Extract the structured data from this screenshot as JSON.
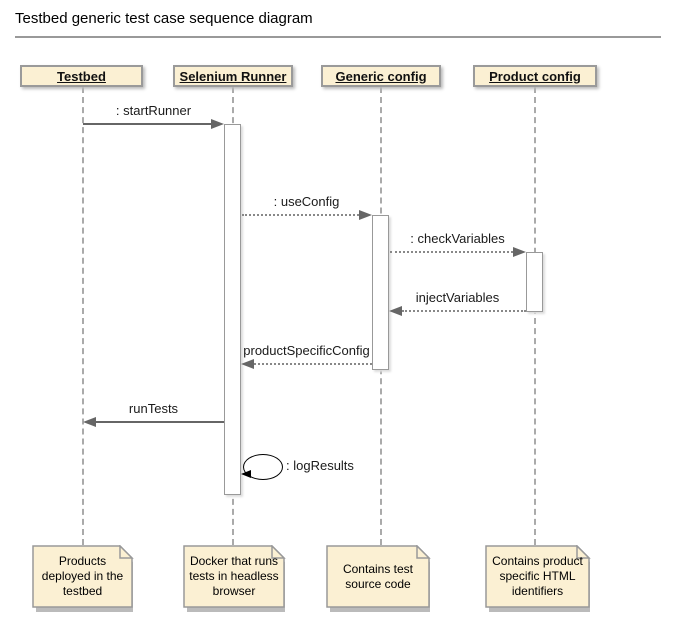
{
  "title": "Testbed generic test case sequence diagram",
  "participants": [
    {
      "label": "Testbed"
    },
    {
      "label": "Selenium Runner"
    },
    {
      "label": "Generic config"
    },
    {
      "label": "Product config"
    }
  ],
  "messages": [
    {
      "label": ": startRunner",
      "type": "solid",
      "from": "Testbed",
      "to": "Selenium Runner"
    },
    {
      "label": ": useConfig",
      "type": "dotted",
      "from": "Selenium Runner",
      "to": "Generic config"
    },
    {
      "label": ": checkVariables",
      "type": "dotted",
      "from": "Generic config",
      "to": "Product config"
    },
    {
      "label": "injectVariables",
      "type": "dotted",
      "from": "Product config",
      "to": "Generic config"
    },
    {
      "label": "productSpecificConfig",
      "type": "dotted",
      "from": "Generic config",
      "to": "Selenium Runner"
    },
    {
      "label": "runTests",
      "type": "solid",
      "from": "Selenium Runner",
      "to": "Testbed"
    },
    {
      "label": ": logResults",
      "type": "self",
      "from": "Selenium Runner",
      "to": "Selenium Runner"
    }
  ],
  "notes": [
    {
      "text": "Products\ndeployed in the\ntestbed",
      "participant": "Testbed"
    },
    {
      "text": "Docker that runs\ntests in headless\nbrowser",
      "participant": "Selenium Runner"
    },
    {
      "text": "Contains test\nsource code",
      "participant": "Generic config"
    },
    {
      "text": "Contains product\nspecific HTML\nidentifiers",
      "participant": "Product config"
    }
  ],
  "colors": {
    "box_fill": "#FBF0D3",
    "note_fill": "#FBF0D3",
    "border_gray": "#999999",
    "arrow_gray": "#666666",
    "lifeline_gray": "#AAAAAA"
  }
}
